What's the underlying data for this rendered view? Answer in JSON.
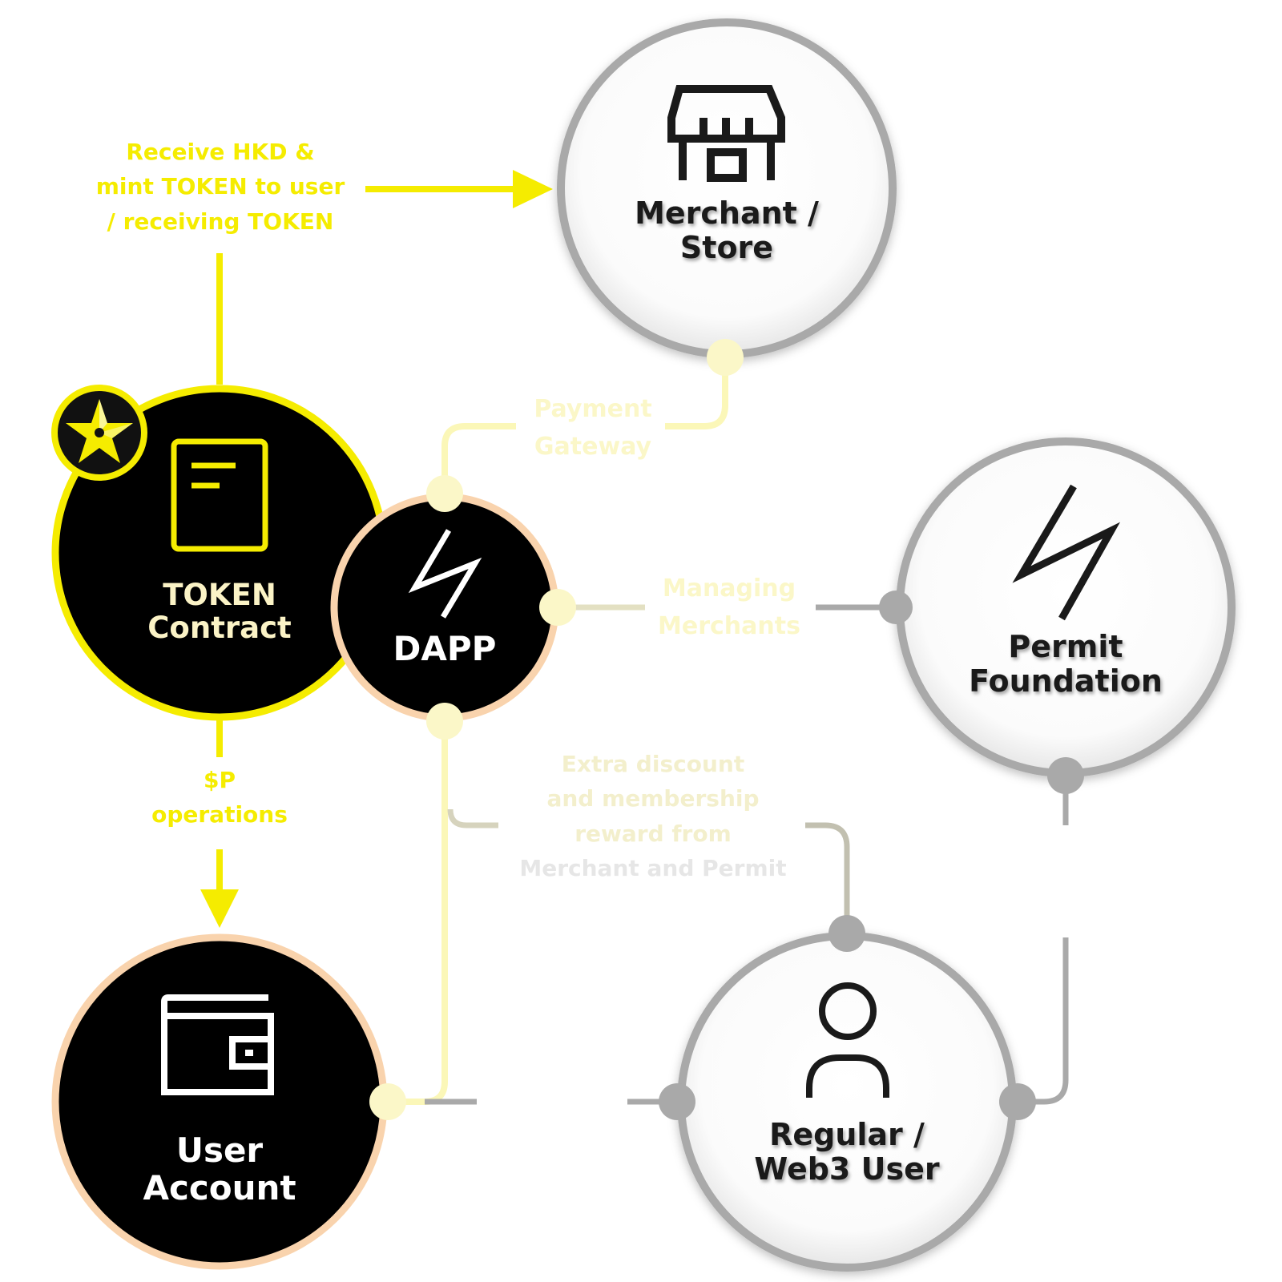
{
  "colors": {
    "accent_yellow": "#f5ec00",
    "pale_yellow": "#fbf7b8",
    "peach": "#f9d3ad",
    "gray": "#a9a9a9",
    "black": "#000000",
    "cream_text": "#f8f4c4"
  },
  "nodes": {
    "merchant": {
      "line1": "Merchant /",
      "line2": "Store",
      "icon": "store-icon"
    },
    "token": {
      "line1": "TOKEN",
      "line2": "Contract",
      "icon": "document-icon",
      "badge_icon": "star-badge-icon"
    },
    "dapp": {
      "label": "DAPP",
      "icon": "lightning-icon"
    },
    "permit": {
      "line1": "Permit",
      "line2": "Foundation",
      "icon": "lightning-icon"
    },
    "user_account": {
      "line1": "User",
      "line2": "Account",
      "icon": "wallet-icon"
    },
    "regular_user": {
      "line1": "Regular /",
      "line2": "Web3 User",
      "icon": "person-icon"
    }
  },
  "edges": {
    "mint": {
      "line1": "Receive HKD &",
      "line2": "mint TOKEN to user",
      "line3": "/ receiving TOKEN"
    },
    "payment_gateway": {
      "line1": "Payment",
      "line2": "Gateway"
    },
    "managing_merchants": {
      "line1": "Managing",
      "line2": "Merchants"
    },
    "p_operations": {
      "line1": "$P",
      "line2": "operations"
    },
    "extra_discount": {
      "line1": "Extra discount",
      "line2": "and membership",
      "line3": "reward from",
      "line4": "Merchant and Permit"
    }
  }
}
